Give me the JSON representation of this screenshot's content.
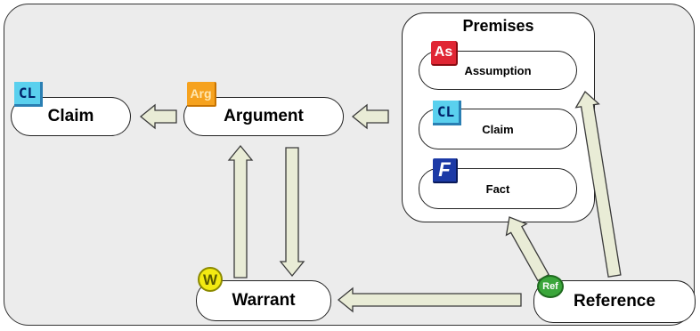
{
  "diagram": {
    "premises_title": "Premises",
    "nodes": {
      "claim": {
        "label": "Claim",
        "icon": "claim-icon",
        "icon_text": "CL"
      },
      "argument": {
        "label": "Argument",
        "icon": "argument-icon",
        "icon_text": "Arg"
      },
      "warrant": {
        "label": "Warrant",
        "icon": "warrant-icon",
        "icon_text": "W"
      },
      "reference": {
        "label": "Reference",
        "icon": "reference-icon",
        "icon_text": "Ref"
      },
      "assumption": {
        "label": "Assumption",
        "icon": "assumption-icon",
        "icon_text": "As"
      },
      "premise_claim": {
        "label": "Claim",
        "icon": "claim-icon",
        "icon_text": "CL"
      },
      "fact": {
        "label": "Fact",
        "icon": "fact-icon",
        "icon_text": "F"
      }
    },
    "edges": [
      {
        "from": "argument",
        "to": "claim"
      },
      {
        "from": "premises",
        "to": "argument"
      },
      {
        "from": "warrant",
        "to": "argument"
      },
      {
        "from": "argument",
        "to": "warrant"
      },
      {
        "from": "reference",
        "to": "warrant"
      },
      {
        "from": "reference",
        "to": "premises"
      },
      {
        "from": "reference",
        "to": "assumption"
      }
    ],
    "colors": {
      "background": "#ececec",
      "arrow_fill": "#e9ecd6",
      "arrow_stroke": "#3a3a3a",
      "claim_icon": "#5ad0ee",
      "argument_icon": "#f6a21e",
      "assumption_icon": "#e02634",
      "fact_icon": "#1c3aa6",
      "warrant_icon": "#f3ea12",
      "reference_icon": "#3aa63a"
    }
  }
}
